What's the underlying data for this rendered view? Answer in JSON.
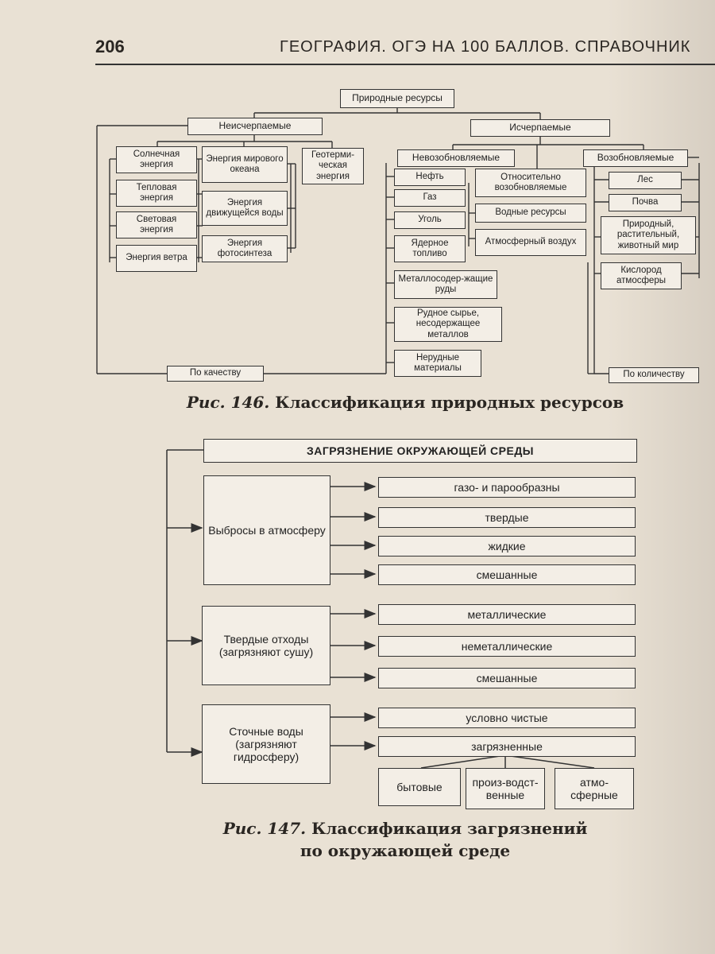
{
  "header": {
    "page_number": "206",
    "running_title": "ГЕОГРАФИЯ. ОГЭ НА 100 БАЛЛОВ. СПРАВОЧНИК"
  },
  "figure146": {
    "caption_number": "Рис. 146.",
    "caption_text": "Классификация природных ресурсов",
    "root": "Природные ресурсы",
    "inexhaustible": "Неисчерпаемые",
    "exhaustible": "Исчерпаемые",
    "inexhaustible_items": [
      "Солнечная энергия",
      "Тепловая энергия",
      "Световая энергия",
      "Энергия ветра",
      "Энергия мирового океана",
      "Энергия движущейся воды",
      "Энергия фотосинтеза",
      "Геотерми-ческая энергия"
    ],
    "nonrenewable": "Невозобновляемые",
    "nonrenewable_items": [
      "Нефть",
      "Газ",
      "Уголь",
      "Ядерное топливо",
      "Металлосодер-жащие руды",
      "Рудное сырье, несодержащее металлов",
      "Нерудные материалы"
    ],
    "relatively_renewable": "Относительно возобновляемые",
    "relatively_renewable_items": [
      "Водные ресурсы",
      "Атмосферный воздух"
    ],
    "renewable": "Возобновляемые",
    "renewable_items": [
      "Лес",
      "Почва",
      "Природный, растительный, животный мир",
      "Кислород атмосферы"
    ],
    "by_quality": "По качеству",
    "by_quantity": "По количеству"
  },
  "figure147": {
    "caption_number": "Рис. 147.",
    "caption_text_line1": "Классификация загрязнений",
    "caption_text_line2": "по окружающей среде",
    "root": "ЗАГРЯЗНЕНИЕ ОКРУЖАЮЩЕЙ СРЕДЫ",
    "atmosphere": "Выбросы в атмосферу",
    "atmosphere_items": [
      "газо- и парообразны",
      "твердые",
      "жидкие",
      "смешанные"
    ],
    "solid": "Твердые отходы (загрязняют сушу)",
    "solid_items": [
      "металлические",
      "неметаллические",
      "смешанные"
    ],
    "water": "Сточные воды (загрязняют гидросферу)",
    "water_items": [
      "условно чистые",
      "загрязненные"
    ],
    "polluted_items": [
      "бытовые",
      "произ-водст-венные",
      "атмо-сферные"
    ]
  }
}
